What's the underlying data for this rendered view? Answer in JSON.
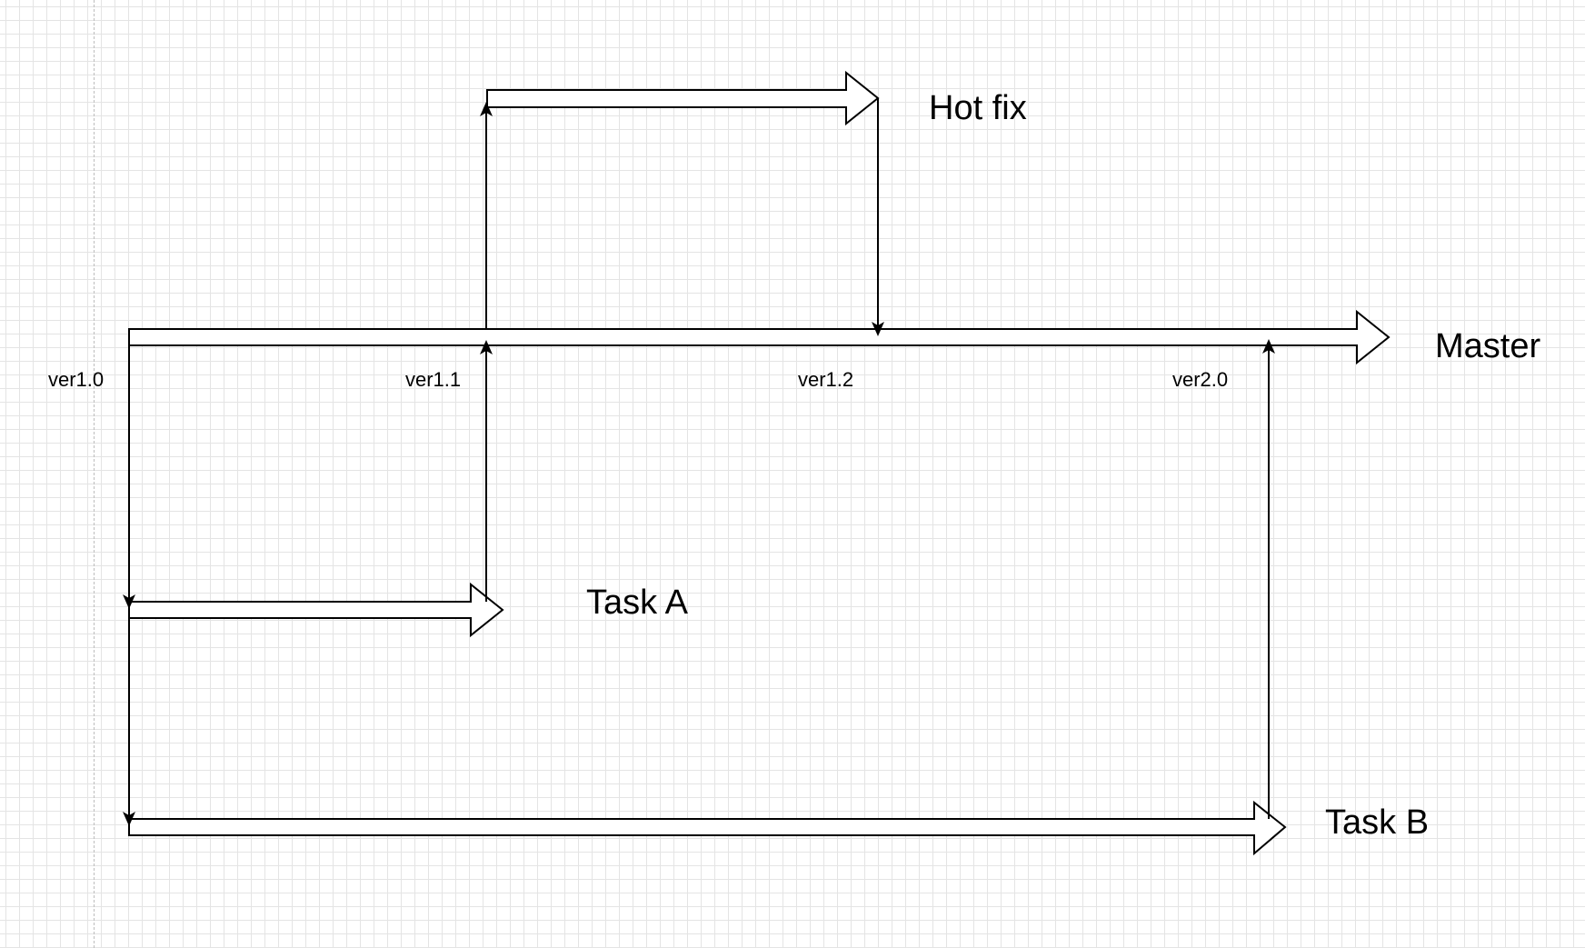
{
  "branches": {
    "hotfix": "Hot fix",
    "master": "Master",
    "task_a": "Task A",
    "task_b": "Task B"
  },
  "versions": [
    "ver1.0",
    "ver1.1",
    "ver1.2",
    "ver2.0"
  ],
  "colors": {
    "stroke": "#000000",
    "fill": "#ffffff",
    "grid": "#e4e4e4",
    "guide": "#bdbdbd"
  }
}
